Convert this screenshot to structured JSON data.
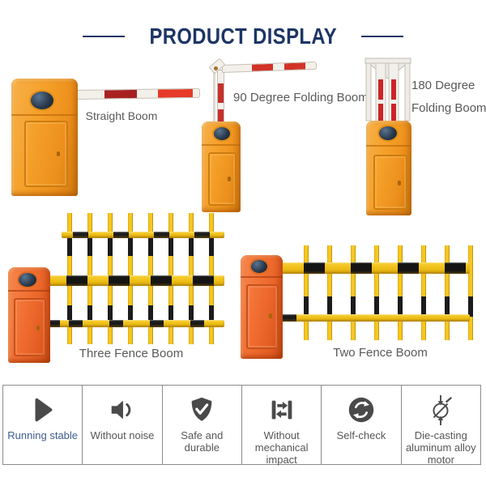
{
  "title": "PRODUCT DISPLAY",
  "products": {
    "straight": {
      "label": "Straight Boom"
    },
    "fold90": {
      "label": "90 Degree Folding Boom"
    },
    "fold180": {
      "label_line1": "180 Degree",
      "label_line2": "Folding Boom"
    },
    "three_fence": {
      "label": "Three Fence Boom"
    },
    "two_fence": {
      "label": "Two Fence Boom"
    }
  },
  "features": [
    {
      "icon": "play-icon",
      "label": "Running stable"
    },
    {
      "icon": "speaker-icon",
      "label": "Without noise"
    },
    {
      "icon": "shield-check-icon",
      "label": "Safe and durable"
    },
    {
      "icon": "exchange-arrows-icon",
      "label": "Without mechanical impact"
    },
    {
      "icon": "self-check-cycle-icon",
      "label": "Self-check"
    },
    {
      "icon": "motor-symbol-icon",
      "label": "Die-casting aluminum alloy motor"
    }
  ],
  "colors": {
    "title_navy": "#1d3566",
    "label_gray": "#595959",
    "running_stable_blue": "#3c5c8c",
    "cabinet_orange": "#f09a24",
    "cabinet_red_orange": "#ec6a2e",
    "boom_white": "#f3f0ea",
    "boom_red_dark": "#a82121",
    "boom_red_bright": "#e73a28",
    "fence_yellow": "#f0c21e",
    "fence_black": "#1e1e1e",
    "icon_gray": "#4a4a4a",
    "grid_border": "#8c8c8c"
  }
}
